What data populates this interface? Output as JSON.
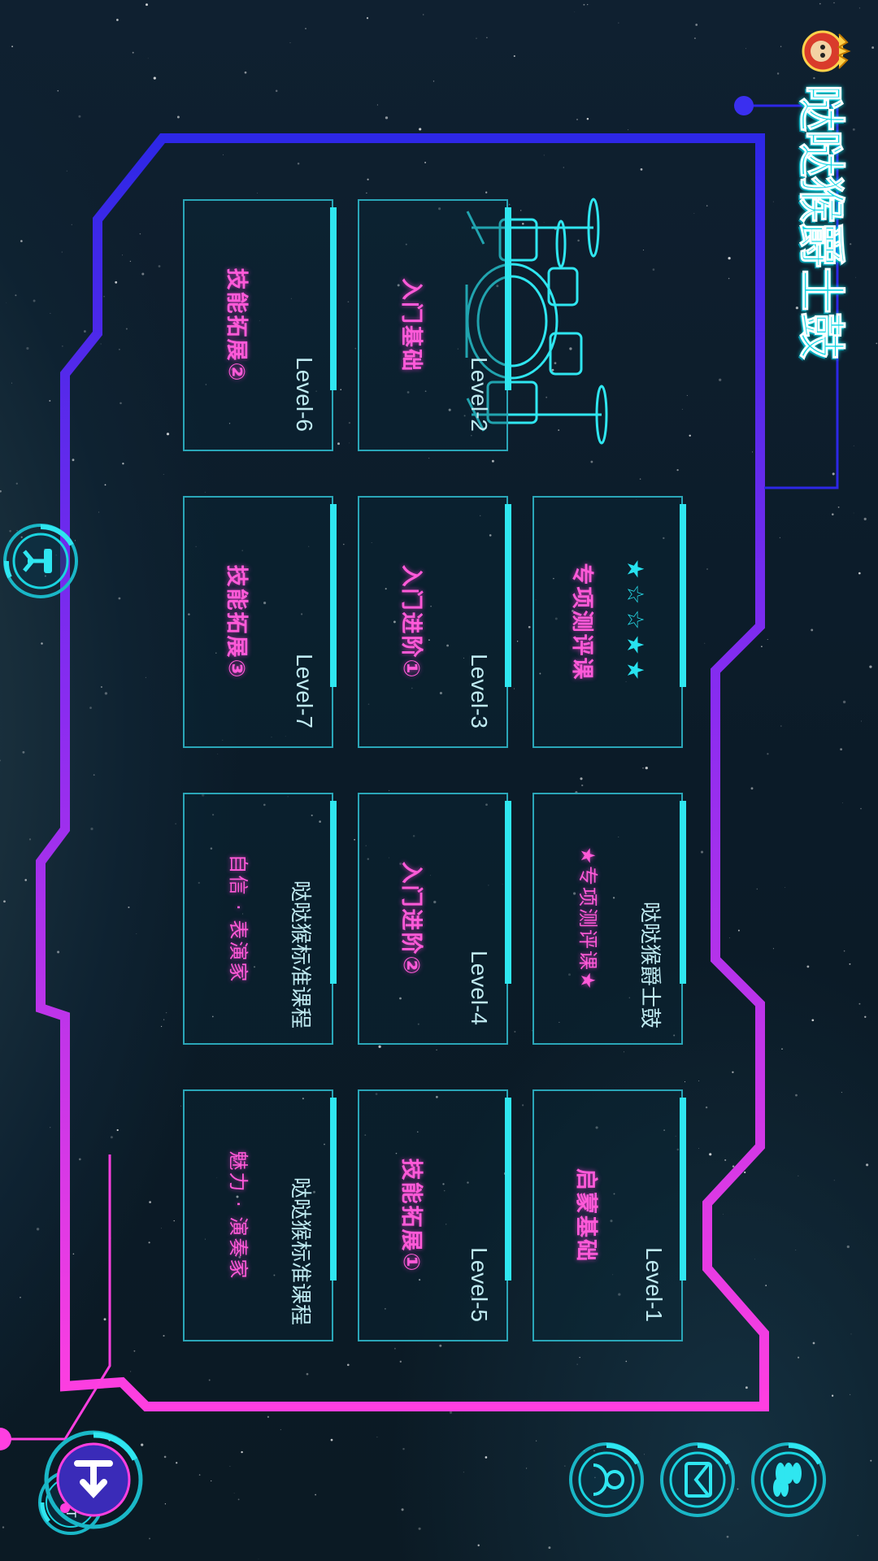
{
  "app": {
    "title": "哒哒猴爵士鼓",
    "exit_label": "EXIT"
  },
  "icons": {
    "logo": "monkey-mascot-icon",
    "bottom_left": "drum-throne-icon",
    "profile": "user-icon",
    "mail": "mail-icon",
    "coins": "coins-icon",
    "exit_side": "exit-arrow-icon"
  },
  "colors": {
    "accent_cyan": "#2fe6f0",
    "accent_magenta": "#ff3fe0",
    "accent_blue": "#2d27e6",
    "label_pink": "#ff5ad8"
  },
  "courses": [
    {
      "title": "Level-1",
      "subtitle": "启蒙基础"
    },
    {
      "title": "哒哒猴爵士鼓",
      "subtitle": "★专项测评课★"
    },
    {
      "title": "",
      "stars": "★☆☆★★",
      "subtitle": "专项测评课"
    },
    {
      "title": "Level-2",
      "subtitle": "入门基础"
    },
    {
      "title": "Level-3",
      "subtitle": "入门进阶①"
    },
    {
      "title": "Level-4",
      "subtitle": "入门进阶②"
    },
    {
      "title": "Level-5",
      "subtitle": "技能拓展①"
    },
    {
      "title": "Level-6",
      "subtitle": "技能拓展②"
    },
    {
      "title": "Level-7",
      "subtitle": "技能拓展③"
    },
    {
      "title": "哒哒猴标准课程",
      "subtitle": "自信 · 表演家"
    },
    {
      "title": "哒哒猴标准课程",
      "subtitle": "魅力 · 演奏家"
    }
  ]
}
